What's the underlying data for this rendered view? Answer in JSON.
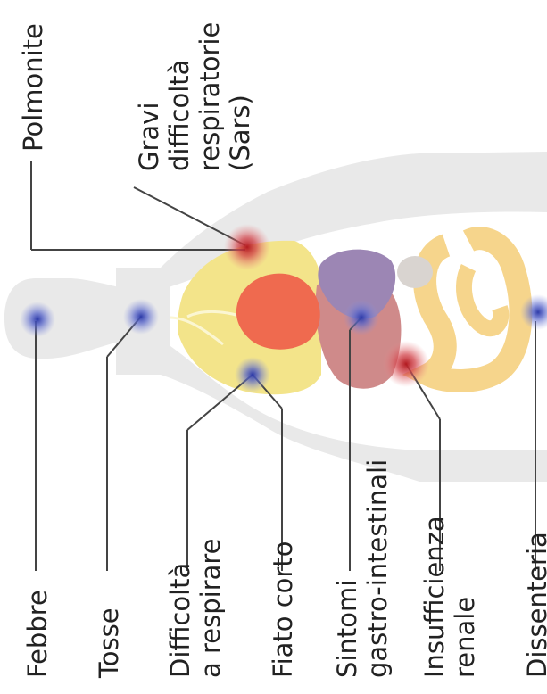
{
  "labels": {
    "polmonite": "Polmonite",
    "gravi_l1": "Gravi",
    "gravi_l2": "difficoltà",
    "gravi_l3": "respiratorie",
    "gravi_l4": "(Sars)",
    "febbre": "Febbre",
    "tosse": "Tosse",
    "difficolta_l1": "Difficoltà",
    "difficolta_l2": "a respirare",
    "fiato": "Fiato corto",
    "sintomi_l1": "Sintomi",
    "sintomi_l2": "gastro-intestinali",
    "insuff_l1": "Insufficienza",
    "insuff_l2": "renale",
    "dissenteria": "Dissenteria"
  },
  "colors": {
    "body": "#e9e9e9",
    "lungs": "#f3e48a",
    "heart": "#ef6a4f",
    "liver": "#cf8a8a",
    "stomach": "#9c86b4",
    "intestine": "#f6d58c",
    "leader": "#444444",
    "mild_marker": "#3b47b4",
    "severe_marker": "#c42a2e"
  }
}
